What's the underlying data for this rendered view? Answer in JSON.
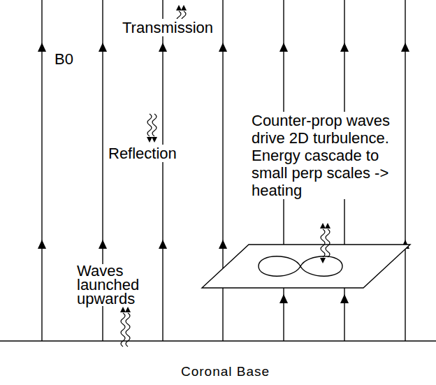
{
  "diagram": {
    "labels": [
      "Transmission",
      "B0",
      "Reflection",
      "Counter-prop waves drive 2D turbulence. Energy cascade to small perp scales -> heating",
      "Waves launched upwards",
      "Coronal Base"
    ]
  }
}
